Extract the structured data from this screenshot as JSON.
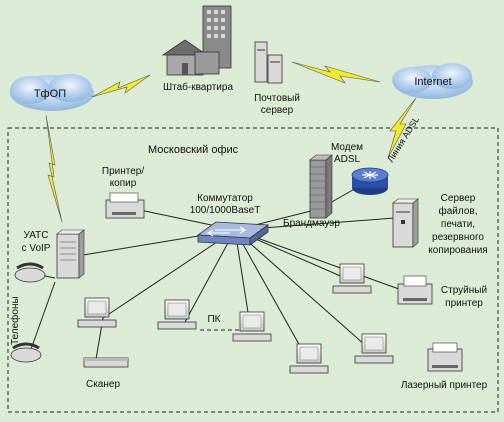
{
  "labels": {
    "pstn": "ТфОП",
    "hq": "Штаб-квартира",
    "mail_server_1": "Почтовый",
    "mail_server_2": "сервер",
    "internet": "Internet",
    "moscow_office": "Московский офис",
    "modem_1": "Модем",
    "modem_2": "ADSL",
    "adsl_line": "Линия ADSL",
    "printer_copier_1": "Принтер/",
    "printer_copier_2": "копир",
    "switch_1": "Коммутатор",
    "switch_2": "100/1000BaseT",
    "firewall": "Брандмауэр",
    "server_1": "Сервер",
    "server_2": "файлов,",
    "server_3": "печати,",
    "server_4": "резервного",
    "server_5": "копирования",
    "pbx_1": "УАТС",
    "pbx_2": "с VoIP",
    "phones": "Телефоны",
    "pc": "ПК",
    "scanner": "Сканер",
    "inkjet_1": "Струйный",
    "inkjet_2": "принтер",
    "laser_printer": "Лазерный принтер"
  },
  "colors": {
    "background": "#dcebd5",
    "cloud": "#a9c8e6",
    "lightning": "#f2ea2c",
    "switch": "#8fa3d6",
    "modem": "#2a4fa8",
    "device": "#d9d9d9",
    "firewall": "#9a9a9a"
  }
}
